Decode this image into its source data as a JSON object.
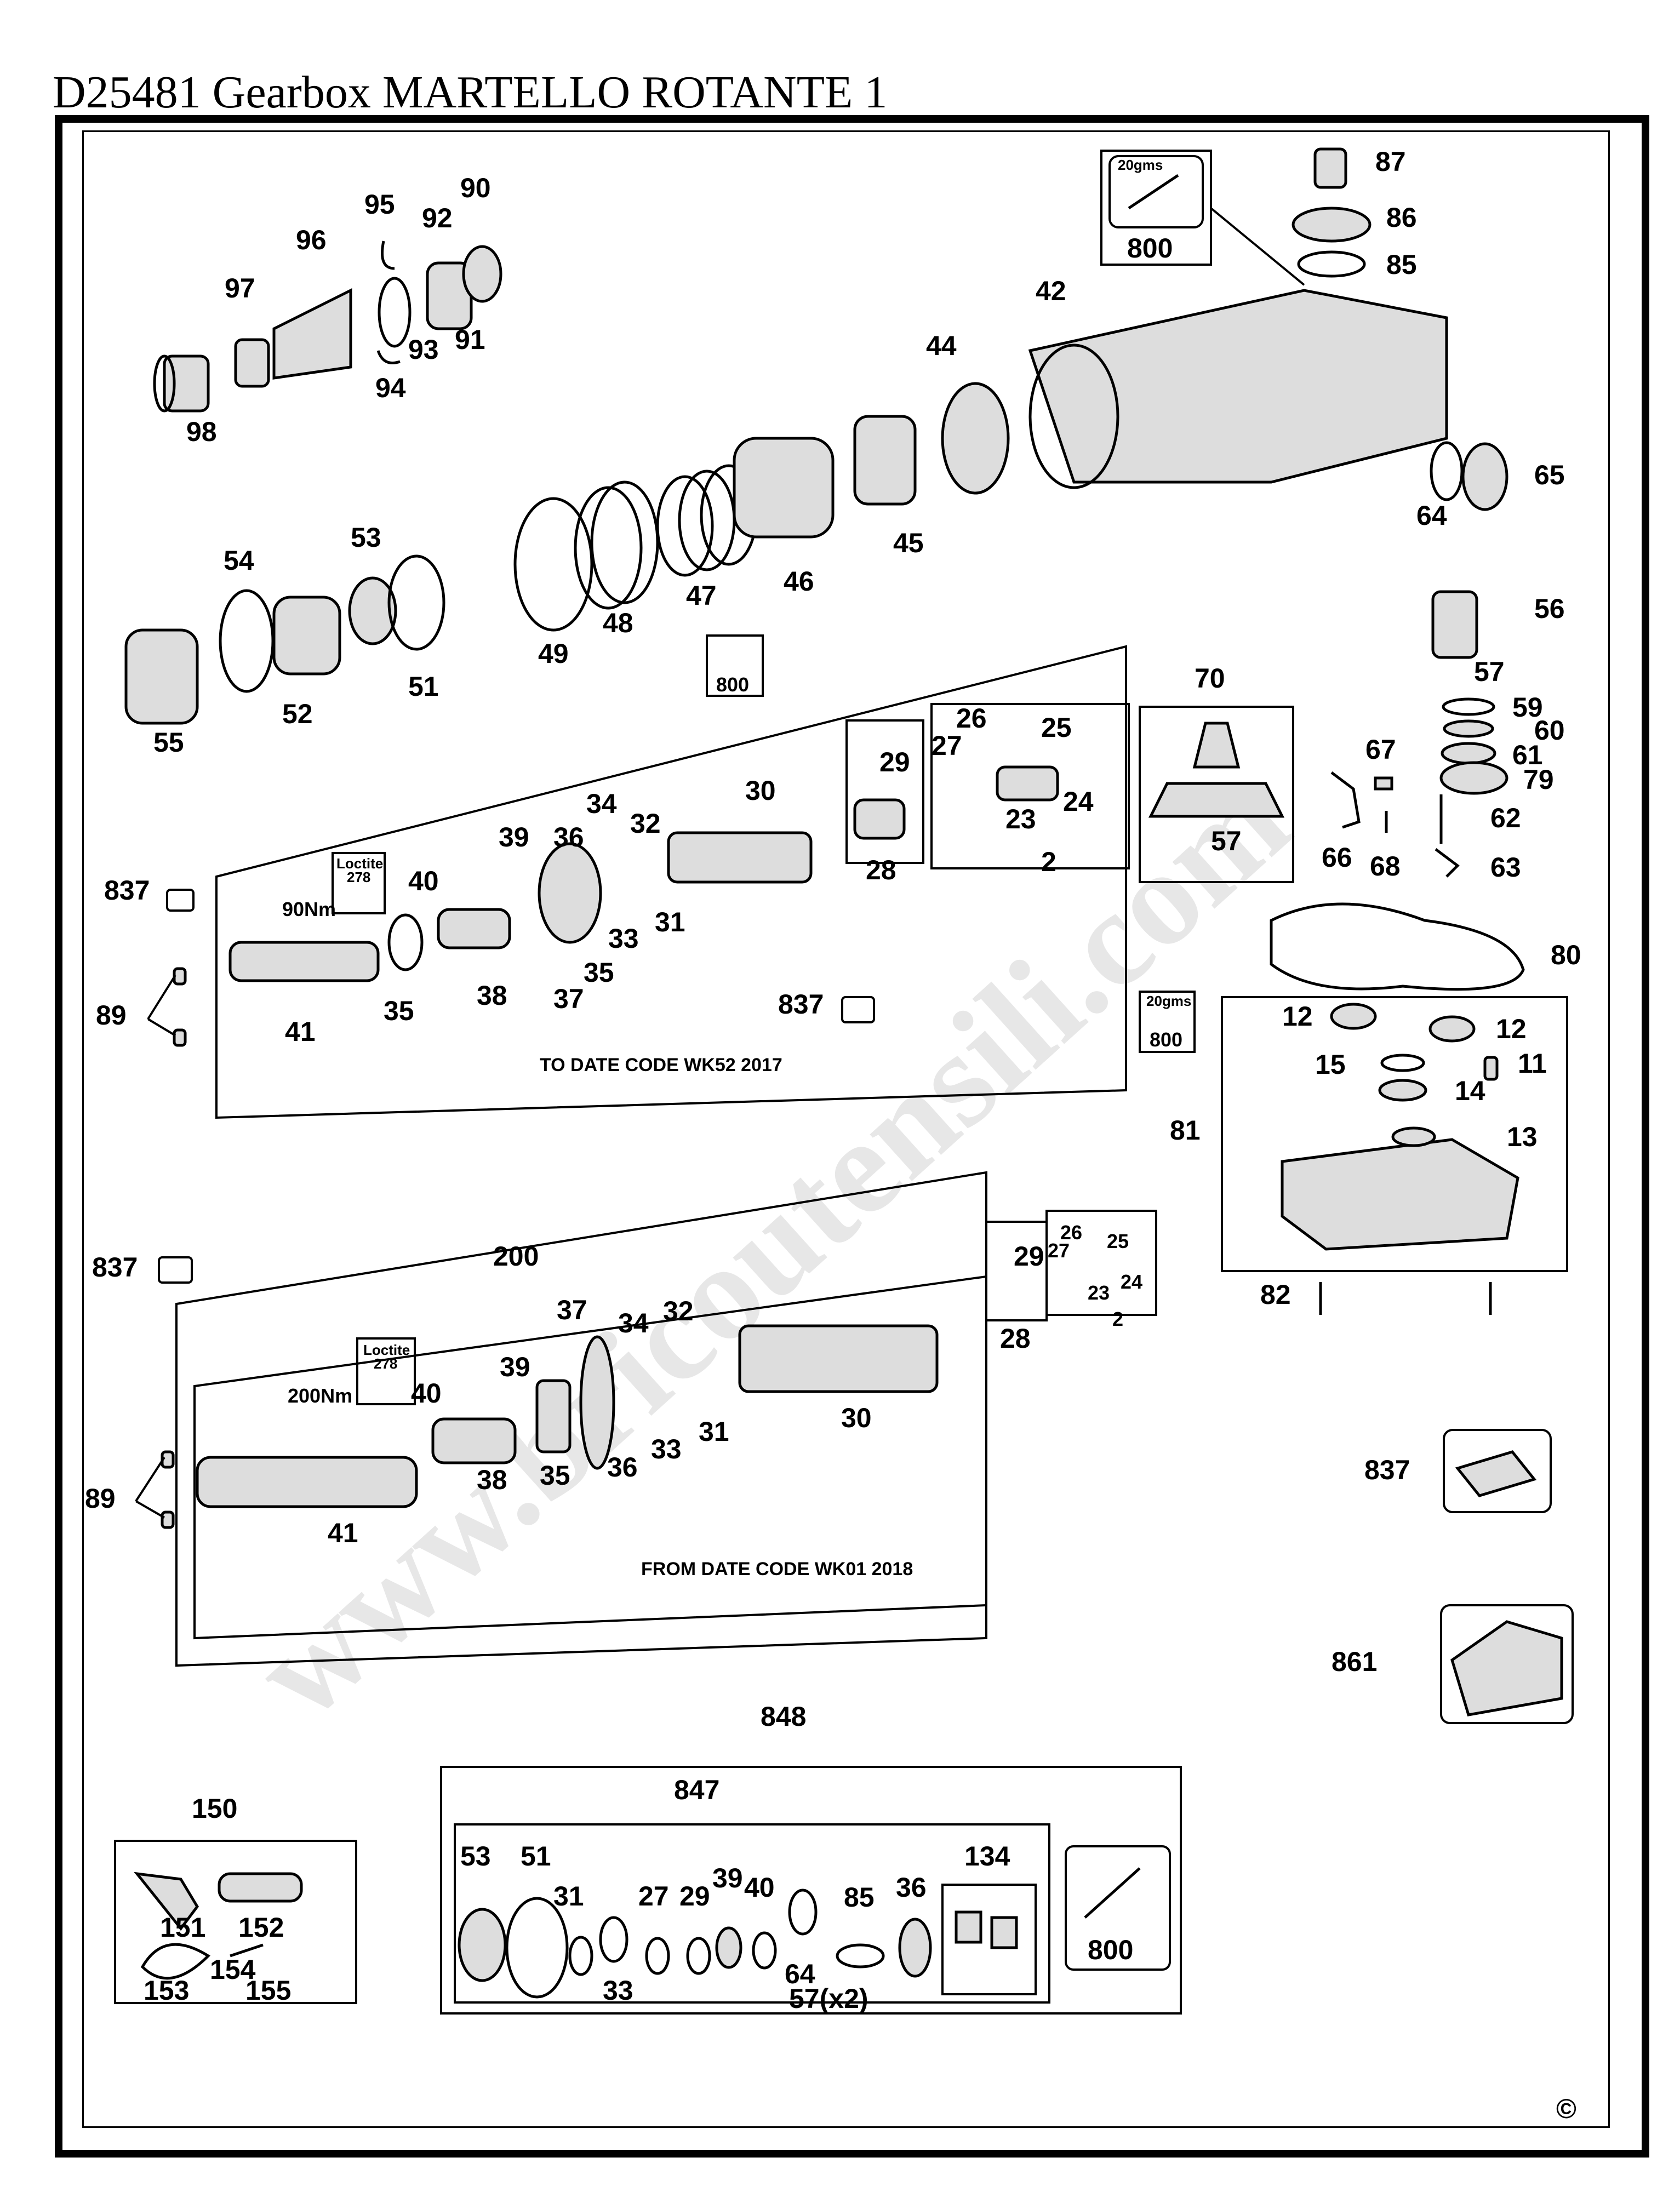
{
  "page_title": "D25481  Gearbox  MARTELLO ROTANTE 1",
  "watermark": "www.bricoutensili.com",
  "copyright_mark": "©",
  "upper_assembly_caption": "TO DATE CODE WK52 2017",
  "lower_assembly_caption": "FROM DATE CODE WK01 2018",
  "torque_upper": "90Nm",
  "torque_lower": "200Nm",
  "loctite_label": "Loctite",
  "loctite_number": "278",
  "grease_amount": "20gms",
  "grease_part": "800",
  "part_57_qty": "57(x2)",
  "labels": {
    "p87": "87",
    "p86": "86",
    "p85": "85",
    "p42": "42",
    "p44": "44",
    "p45": "45",
    "p46": "46",
    "p47": "47",
    "p48": "48",
    "p49": "49",
    "p64": "64",
    "p65": "65",
    "p95": "95",
    "p92": "92",
    "p90": "90",
    "p96": "96",
    "p97": "97",
    "p93": "93",
    "p91": "91",
    "p94": "94",
    "p98": "98",
    "p54": "54",
    "p53": "53",
    "p51": "51",
    "p52": "52",
    "p55": "55",
    "p56": "56",
    "p57": "57",
    "p59": "59",
    "p60": "60",
    "p61": "61",
    "p79": "79",
    "p62": "62",
    "p63": "63",
    "p66": "66",
    "p67": "67",
    "p68": "68",
    "p70": "70",
    "p80": "80",
    "p81": "81",
    "p82": "82",
    "p12": "12",
    "p11": "11",
    "p13": "13",
    "p14": "14",
    "p15": "15",
    "p837": "837",
    "p89": "89",
    "p41": "41",
    "p35": "35",
    "p40": "40",
    "p38": "38",
    "p39": "39",
    "p36": "36",
    "p37": "37",
    "p34": "34",
    "p33": "33",
    "p32": "32",
    "p31": "31",
    "p30": "30",
    "p29": "29",
    "p28": "28",
    "p27": "27",
    "p26": "26",
    "p25": "25",
    "p24": "24",
    "p23": "23",
    "p2": "2",
    "p200": "200",
    "p861": "861",
    "p848": "848",
    "p847": "847",
    "p150": "150",
    "p151": "151",
    "p152": "152",
    "p153": "153",
    "p154": "154",
    "p155": "155",
    "p134": "134"
  }
}
